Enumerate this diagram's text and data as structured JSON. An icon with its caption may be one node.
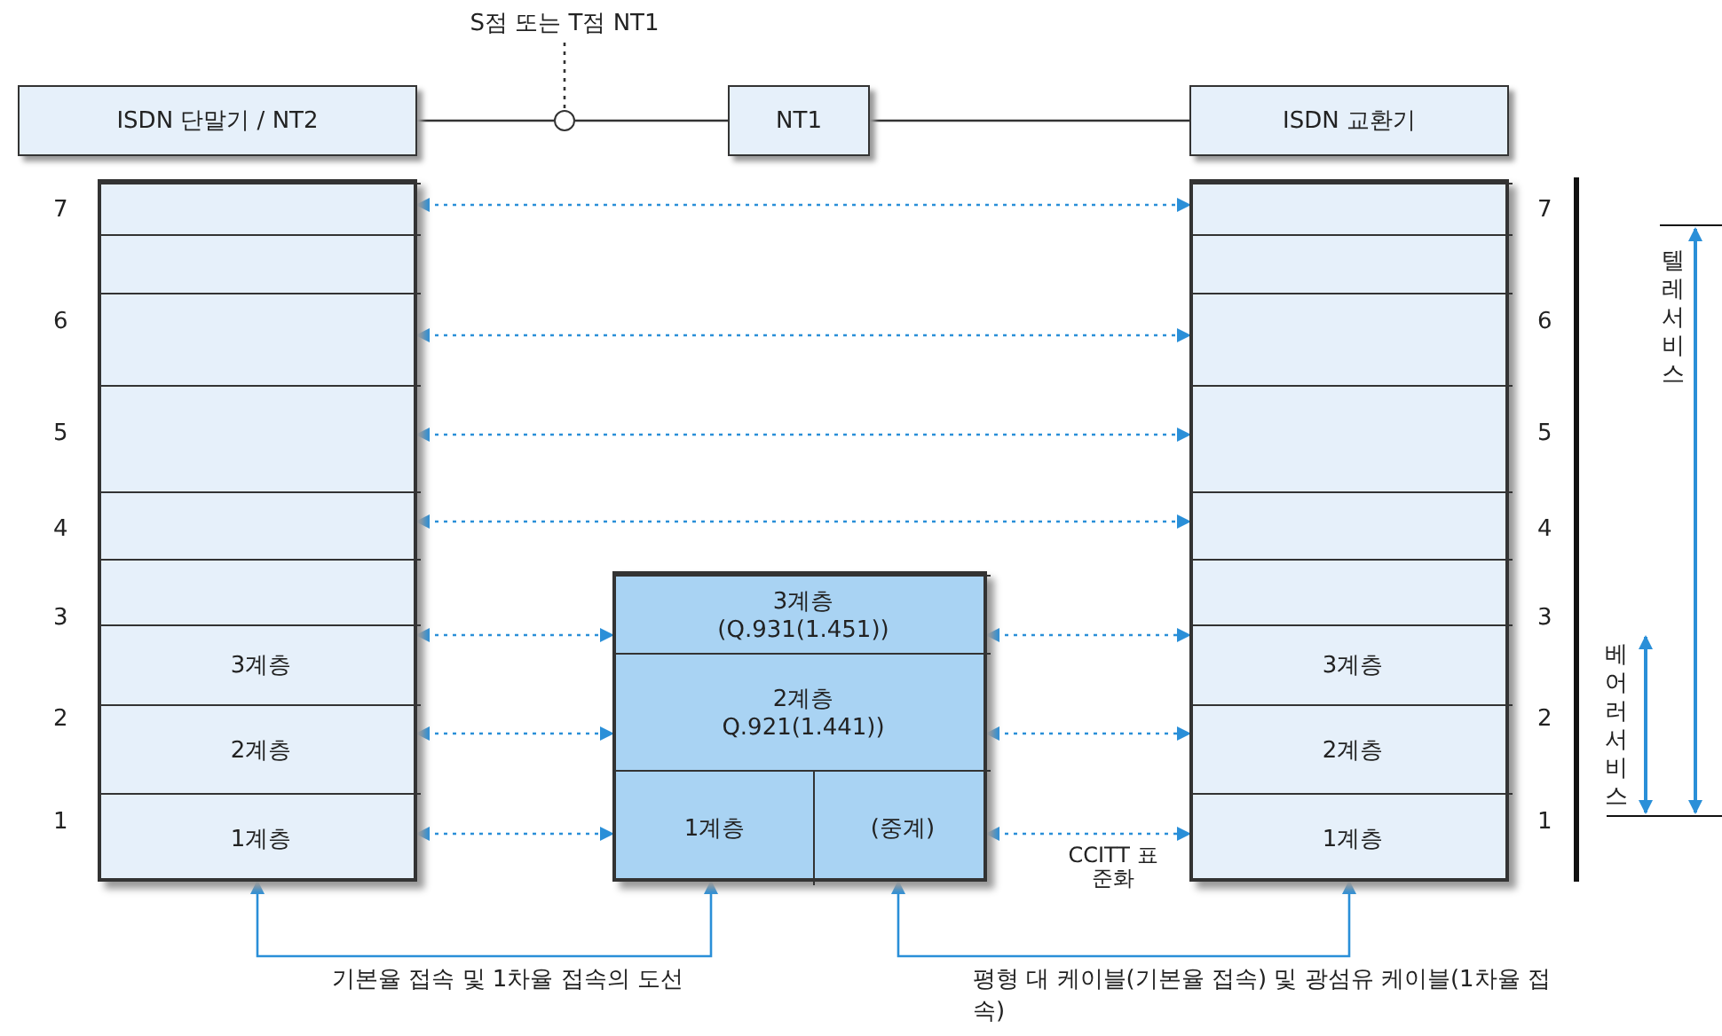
{
  "diagram": {
    "nodes": [
      {
        "text": [
          "S점 또는 T점 NT1"
        ]
      },
      {
        "text": [
          "ISDN 단말기 / NT2"
        ]
      },
      {
        "text": [],
        "shape": "circle"
      },
      {
        "text": [
          "NT1"
        ]
      },
      {
        "text": [
          "ISDN 교환기"
        ]
      },
      {
        "text": [],
        "shape": "box"
      },
      {
        "text": [],
        "shape": "box",
        "in": 5
      },
      {
        "text": [],
        "shape": "box",
        "in": 5
      },
      {
        "text": [],
        "shape": "box",
        "in": 5
      },
      {
        "text": [],
        "shape": "box",
        "in": 5
      },
      {
        "text": [],
        "shape": "box",
        "in": 5
      },
      {
        "text": [],
        "shape": "box",
        "in": 5
      },
      {
        "text": [
          "3계층"
        ],
        "in": 5
      },
      {
        "text": [
          "2계층"
        ],
        "in": 5
      },
      {
        "text": [
          "1계층"
        ],
        "in": 5
      },
      {
        "text": [],
        "shape": "box"
      },
      {
        "text": [
          "3계층",
          "(Q.931(1.451))"
        ],
        "in": 15
      },
      {
        "text": [
          "2계층",
          "Q.921(1.441))"
        ],
        "in": 15
      },
      {
        "text": [
          "1계층"
        ],
        "in": 15
      },
      {
        "text": [
          "(중계)"
        ],
        "in": 15
      },
      {
        "text": [],
        "shape": "box"
      },
      {
        "text": [],
        "shape": "box",
        "in": 20
      },
      {
        "text": [],
        "shape": "box",
        "in": 20
      },
      {
        "text": [],
        "shape": "box",
        "in": 20
      },
      {
        "text": [],
        "shape": "box",
        "in": 20
      },
      {
        "text": [],
        "shape": "box",
        "in": 20
      },
      {
        "text": [],
        "shape": "box",
        "in": 20
      },
      {
        "text": [
          "3계층"
        ],
        "in": 20
      },
      {
        "text": [
          "2계층"
        ],
        "in": 20
      },
      {
        "text": [
          "1계층"
        ],
        "in": 20
      }
    ],
    "edges": [
      {
        "from": 0,
        "to": 2,
        "arrow": "none",
        "style": "dashed",
        "color": "#333333"
      },
      {
        "from": 1,
        "to": 2,
        "arrow": "none",
        "color": "#333333"
      },
      {
        "from": 2,
        "to": 3,
        "arrow": "none",
        "color": "#333333"
      },
      {
        "from": 3,
        "to": 4,
        "arrow": "none",
        "color": "#333333"
      },
      {
        "from": 6,
        "to": 21,
        "arrow": "both",
        "style": "dashed"
      },
      {
        "from": 8,
        "to": 23,
        "arrow": "both",
        "style": "dashed"
      },
      {
        "from": 9,
        "to": 24,
        "arrow": "both",
        "style": "dashed"
      },
      {
        "from": 10,
        "to": 25,
        "arrow": "both",
        "style": "dashed"
      },
      {
        "from": 12,
        "to": 16,
        "arrow": "both",
        "style": "dashed"
      },
      {
        "from": 16,
        "to": 27,
        "arrow": "both",
        "style": "dashed"
      },
      {
        "from": 13,
        "to": 17,
        "arrow": "both",
        "style": "dashed"
      },
      {
        "from": 17,
        "to": 28,
        "arrow": "both",
        "style": "dashed"
      },
      {
        "from": 14,
        "to": 18,
        "arrow": "both",
        "style": "dashed"
      },
      {
        "from": 19,
        "to": 29,
        "arrow": "both",
        "style": "dashed"
      },
      {
        "from": 5,
        "to": 18,
        "arrow": "both",
        "label": "기본율 접속 및 1차율 접속의 도선"
      },
      {
        "from": 19,
        "to": 20,
        "arrow": "both",
        "label": "평형 대 케이블(기본율 접속) 및 광섬유 케이블(1차율 접속)"
      }
    ],
    "labels": [
      "7",
      "6",
      "5",
      "4",
      "3",
      "2",
      "1",
      "CCITT 표준화",
      "7",
      "6",
      "5",
      "4",
      "3",
      "2",
      "1",
      "텔레 서비스",
      "베어러 서비스"
    ]
  }
}
